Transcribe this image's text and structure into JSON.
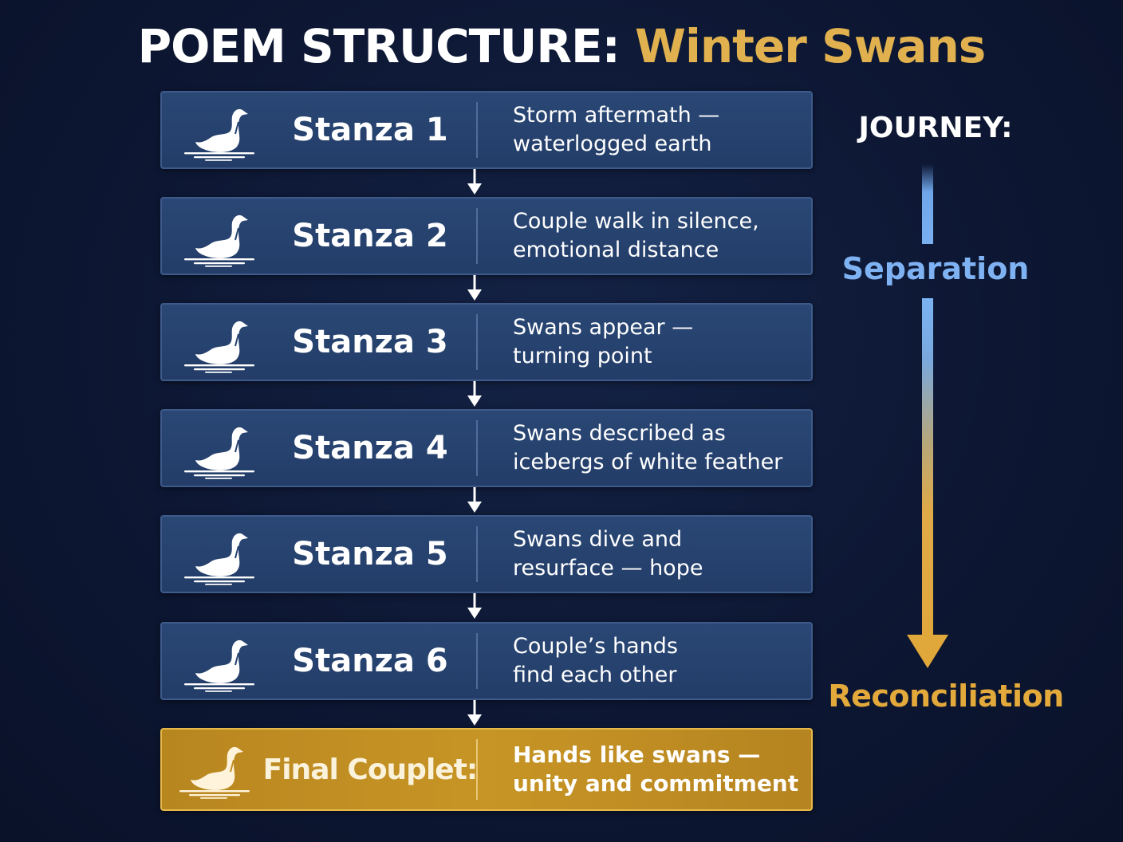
{
  "title": {
    "main": "POEM STRUCTURE: ",
    "accent": "Winter Swans"
  },
  "stanzas": [
    {
      "label": "Stanza 1",
      "lines": [
        "Storm aftermath —",
        "waterlogged earth"
      ]
    },
    {
      "label": "Stanza 2",
      "lines": [
        "Couple walk in silence,",
        "emotional distance"
      ]
    },
    {
      "label": "Stanza 3",
      "lines": [
        "Swans appear —",
        "turning point"
      ]
    },
    {
      "label": "Stanza 4",
      "lines": [
        "Swans described as",
        "icebergs of white feather"
      ]
    },
    {
      "label": "Stanza 5",
      "lines": [
        "Swans dive and",
        "resurface — hope"
      ]
    },
    {
      "label": "Stanza 6",
      "lines": [
        "Couple’s hands",
        "find each other"
      ]
    }
  ],
  "final": {
    "label": "Final Couplet:",
    "lines": [
      "Hands like swans —",
      "unity and commitment"
    ]
  },
  "journey": {
    "label": "JOURNEY:",
    "start": "Separation",
    "end": "Reconciliation"
  },
  "colors": {
    "background": "#0d1733",
    "box": "#264270",
    "final_box": "#c08e22",
    "accent_gold": "#e0b14e",
    "separation_blue": "#7fb2f2",
    "reconciliation_gold": "#e3a93b"
  },
  "icons": {
    "stanza": "swan-icon",
    "connector": "arrow-down-icon",
    "journey": "journey-arrow-icon"
  }
}
